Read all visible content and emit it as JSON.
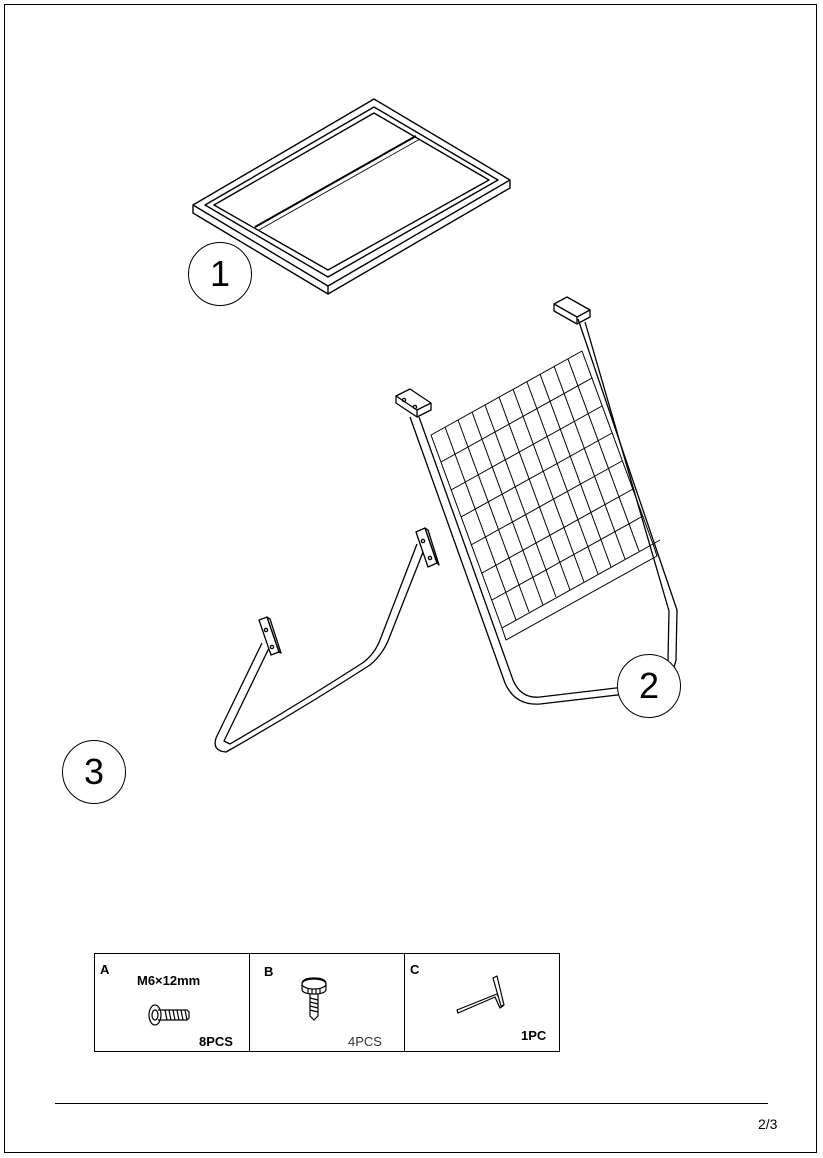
{
  "callouts": {
    "part_1": "1",
    "part_2": "2",
    "part_3": "3"
  },
  "hardware": [
    {
      "letter": "A",
      "size": "M6×12mm",
      "quantity": "8PCS",
      "icon": "bolt-icon"
    },
    {
      "letter": "B",
      "quantity": "4PCS",
      "icon": "knob-screw-icon"
    },
    {
      "letter": "C",
      "quantity": "1PC",
      "icon": "allen-key-icon"
    }
  ],
  "footer": {
    "page_number": "2/3"
  }
}
